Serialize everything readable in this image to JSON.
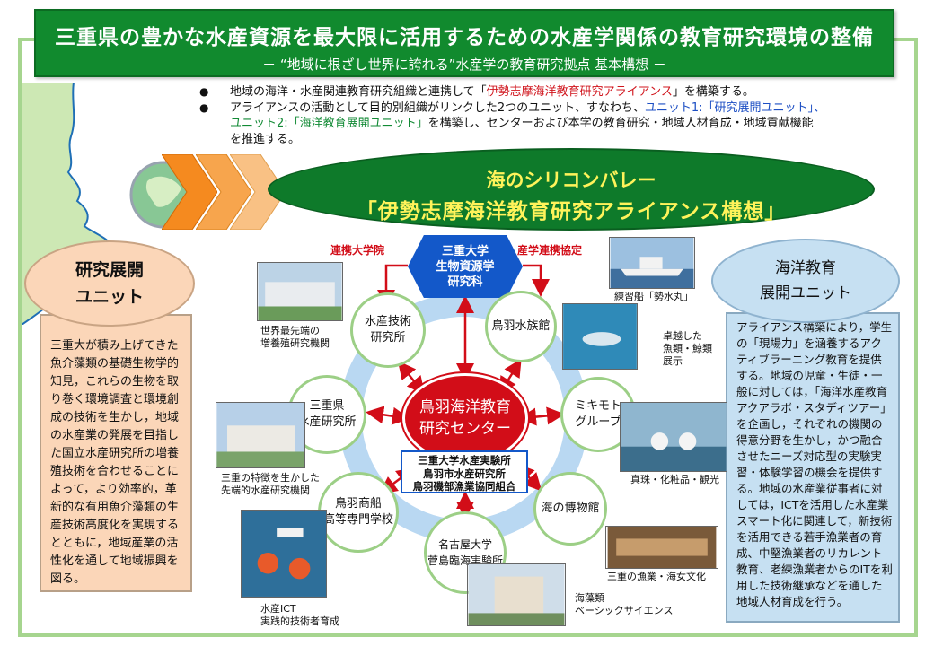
{
  "header": {
    "title": "三重県の豊かな水産資源を最大限に活用するための水産学関係の教育研究環境の整備",
    "subtitle": "－ “地域に根ざし世界に誇れる”水産学の教育研究拠点 基本構想 －"
  },
  "bullets": {
    "b1_pre": "地域の海洋・水産関連教育研究組織と連携して「",
    "b1_hl": "伊勢志摩海洋教育研究アライアンス",
    "b1_post": "」を構築する。",
    "b2_a": "アライアンスの活動として目的別組織がリンクした2つのユニット、すなわち、",
    "b2_u1": "ユニット1:「研究展開ユニット」、",
    "b2_u2": "ユニット2:「海洋教育展開ユニット」",
    "b2_b": "を構築し、センターおよび本学の教育研究・地域人材育成・地域貢献機能",
    "b2_c": "を推進する。"
  },
  "vision": {
    "line1": "海のシリコンバレー",
    "line2": "「伊勢志摩海洋教育研究アライアンス構想」"
  },
  "unit_left": {
    "title_l1": "研究展開",
    "title_l2": "ユニット",
    "body": "三重大が積み上げてきた魚介藻類の基礎生物学的知見，これらの生物を取り巻く環境調査と環境創成の技術を生かし，地域の水産業の発展を目指した国立水産研究所の増養殖技術を合わせることによって，より効率的，革新的な有用魚介藻類の生産技術高度化を実現するとともに，地域産業の活性化を通して地域振興を図る。"
  },
  "unit_right": {
    "title_l1": "海洋教育",
    "title_l2": "展開ユニット",
    "body": "アライアンス構築により，学生の「現場力」を涵養するアクティブラーニング教育を提供する。地域の児童・生徒・一般に対しては，「海洋水産教育アクアラボ・スタディツアー」を企画し，それぞれの機関の得意分野を生かし，かつ融合させたニーズ対応型の実験実習・体験学習の機会を提供する。地域の水産業従事者に対しては，ICTを活用した水産業スマート化に関連して，新技術を活用できる若手漁業者の育成、中堅漁業者のリカレント教育、老練漁業者からのITを利用した技術継承などを通した地域人材育成を行う。"
  },
  "diagram": {
    "hub": "三重大学\n生物資源学\n研究科",
    "link_left": "連携大学院",
    "link_right": "産学連携協定",
    "center": "鳥羽海洋教育\n研究センター",
    "members": [
      "三重大学水産実験所",
      "鳥羽市水産研究所",
      "鳥羽磯部漁業協同組合"
    ],
    "nodes": {
      "fra": "水産技術\n研究所",
      "aquarium": "鳥羽水族館",
      "mie_fish": "三重県\n水産研究所",
      "mikimoto": "ミキモト\nグループ",
      "toba_college": "鳥羽商船\n高等専門学校",
      "museum": "海の博物館",
      "nagoya": "名古屋大学\n菅島臨海実験所"
    }
  },
  "captions": {
    "fra": "世界最先端の\n増養殖研究機関",
    "ship": "練習船「勢水丸」",
    "aquarium": "卓越した\n魚類・鯨類\n展示",
    "mie_fish": "三重の特徴を生かした\n先端的水産研究機関",
    "mikimoto": "真珠・化粧品・観光",
    "museum": "三重の漁業・海女文化",
    "toba_college": "水産ICT\n実践的技術者育成",
    "nagoya": "海藻類\nベーシックサイエンス"
  },
  "colors": {
    "banner": "#118a2e",
    "frame": "#a6d58f",
    "center_red": "#d20d18",
    "hub_blue": "#1358c9",
    "vision_green": "#0e7a2a",
    "vision_text": "#fff35a",
    "left_unit": "#fbd6b8",
    "right_unit": "#c6e0f2"
  }
}
